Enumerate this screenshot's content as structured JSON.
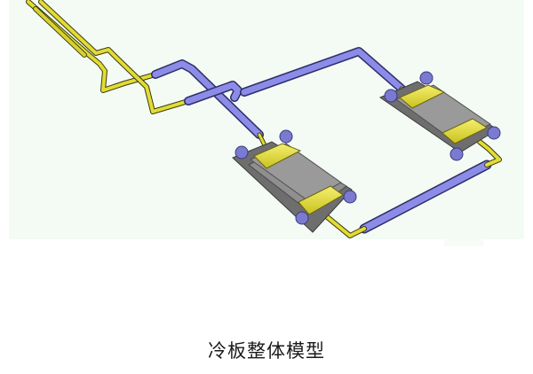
{
  "figure": {
    "background": "#f3fbf4",
    "subject": "cold-plate liquid cooling assembly 3D model",
    "colors": {
      "pipe_yellow": "#e6e03a",
      "pipe_yellow_dark": "#9a9420",
      "pipe_blue": "#8c8ce6",
      "pipe_blue_dark": "#4a4a9a",
      "plate_gray": "#8e8e8e",
      "plate_gray_dark": "#5a5a5a",
      "fastener_blue": "#7070c8"
    },
    "components": [
      "cold-plate-left",
      "cold-plate-right",
      "supply-pipes",
      "return-pipes",
      "hoses",
      "mounting-screws"
    ]
  },
  "caption": {
    "text": "冷板整体模型"
  }
}
